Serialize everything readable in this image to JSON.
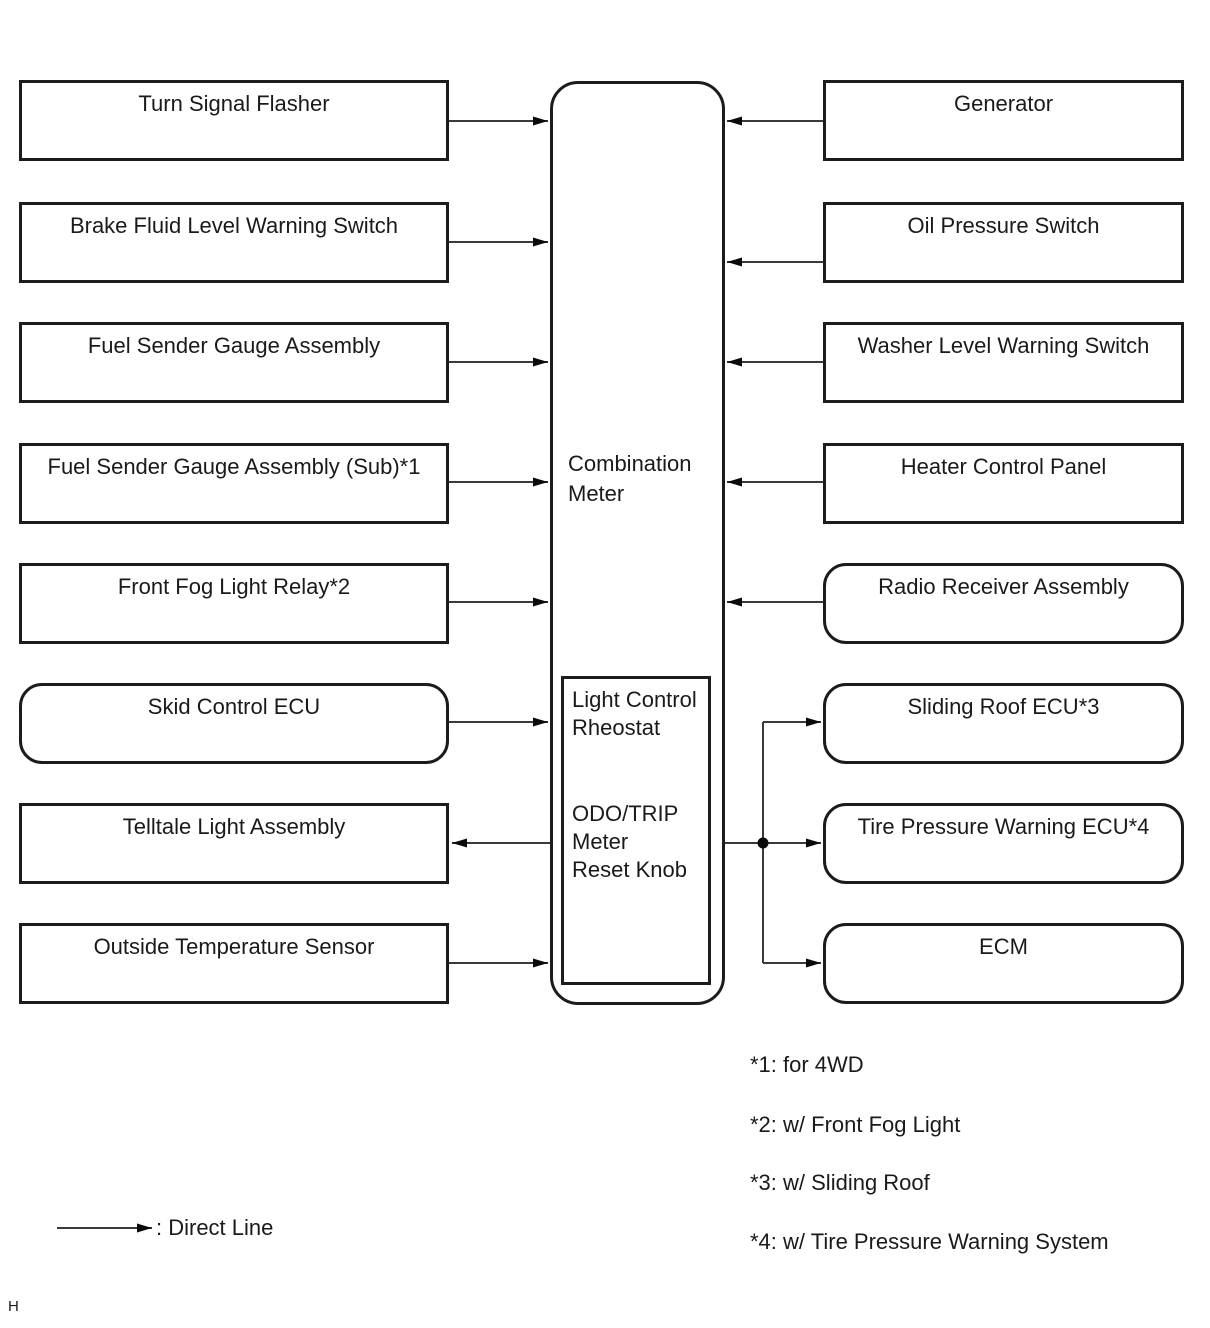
{
  "page": {
    "corner_letter": "H"
  },
  "colors": {
    "line": "#3a3a3a",
    "arrowhead": "#0a0a0a",
    "border": "#1c1c1c",
    "text": "#1a1a1a",
    "background": "#ffffff"
  },
  "center": {
    "label_lines": [
      "Combination",
      "Meter"
    ],
    "inner_top_lines": [
      "Light Control",
      "Rheostat"
    ],
    "inner_bottom_lines": [
      "ODO/TRIP",
      "Meter",
      "Reset Knob"
    ]
  },
  "left_nodes": [
    {
      "label": "Turn Signal Flasher",
      "shape": "rect",
      "link": "to-meter"
    },
    {
      "label": "Brake Fluid Level Warning Switch",
      "shape": "rect",
      "link": "to-meter"
    },
    {
      "label": "Fuel Sender Gauge Assembly",
      "shape": "rect",
      "link": "to-meter"
    },
    {
      "label": "Fuel Sender Gauge Assembly (Sub)*1",
      "shape": "rect",
      "link": "to-meter"
    },
    {
      "label": "Front Fog Light Relay*2",
      "shape": "rect",
      "link": "to-meter"
    },
    {
      "label": "Skid Control ECU",
      "shape": "rounded",
      "link": "to-meter"
    },
    {
      "label": "Telltale Light Assembly",
      "shape": "rect",
      "link": "from-meter"
    },
    {
      "label": "Outside Temperature Sensor",
      "shape": "rect",
      "link": "to-meter"
    }
  ],
  "right_nodes": [
    {
      "label": "Generator",
      "shape": "rect",
      "link": "to-meter"
    },
    {
      "label": "Oil Pressure Switch",
      "shape": "rect",
      "link": "to-meter"
    },
    {
      "label": "Washer Level Warning Switch",
      "shape": "rect",
      "link": "to-meter"
    },
    {
      "label": "Heater Control Panel",
      "shape": "rect",
      "link": "to-meter"
    },
    {
      "label": "Radio Receiver Assembly",
      "shape": "rounded",
      "link": "to-meter"
    },
    {
      "label": "Sliding Roof ECU*3",
      "shape": "rounded",
      "link": "from-meter"
    },
    {
      "label": "Tire Pressure Warning ECU*4",
      "shape": "rounded",
      "link": "from-meter"
    },
    {
      "label": "ECM",
      "shape": "rounded",
      "link": "from-meter"
    }
  ],
  "footnotes": [
    "*1: for 4WD",
    "*2: w/ Front Fog Light",
    "*3: w/ Sliding Roof",
    "*4: w/ Tire Pressure Warning System"
  ],
  "legend": {
    "direct_line_label": ": Direct Line"
  }
}
